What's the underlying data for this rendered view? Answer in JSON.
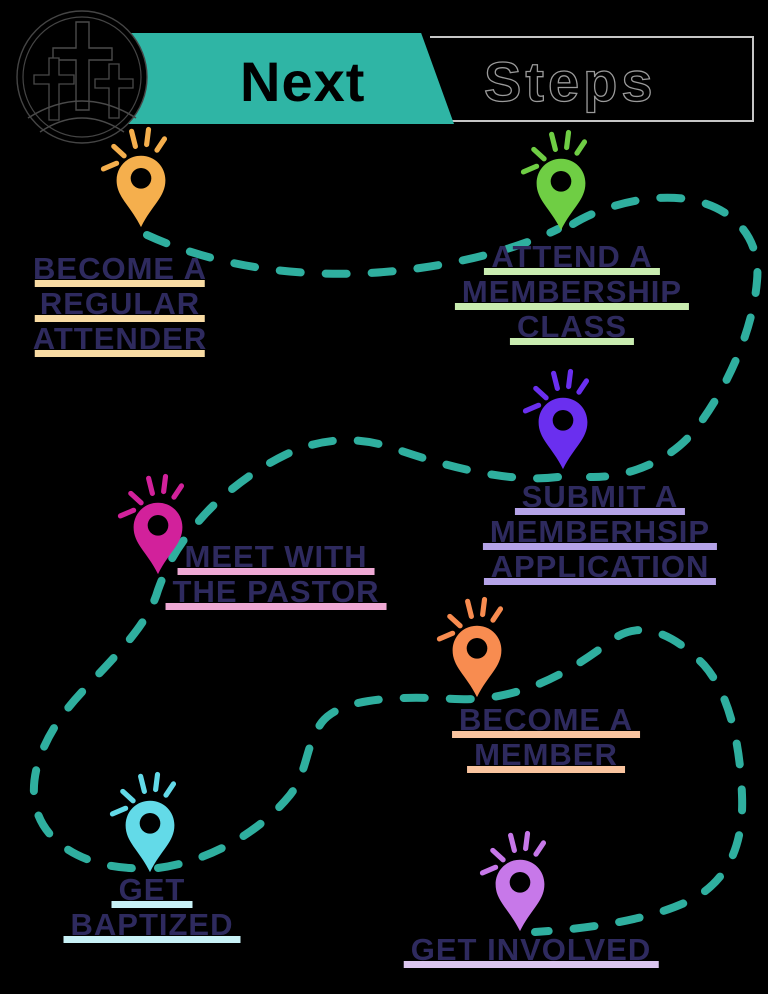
{
  "header": {
    "brand_next": "Next",
    "brand_steps": "Steps",
    "logo_name": "three-crosses-church-logo"
  },
  "colors": {
    "background": "#000000",
    "banner_teal": "#2FB5A5",
    "banner_box_border": "#C6C6C6",
    "heading_navy": "#2E2A5E",
    "path_teal": "#2FAF9F"
  },
  "steps": [
    {
      "id": 1,
      "lines": [
        "BECOME A",
        "REGULAR",
        "ATTENDER"
      ],
      "pin_color": "#F5AF4D",
      "underline_color": "#F9DCA4"
    },
    {
      "id": 2,
      "lines": [
        "ATTEND A",
        "MEMBERSHIP",
        "CLASS"
      ],
      "pin_color": "#6FCE44",
      "underline_color": "#C9ECB0"
    },
    {
      "id": 3,
      "lines": [
        "SUBMIT A",
        "MEMBERHSIP",
        "APPLICATION"
      ],
      "pin_color": "#6A2FEF",
      "underline_color": "#B5A3E8"
    },
    {
      "id": 4,
      "lines": [
        "MEET WITH",
        "THE PASTOR"
      ],
      "pin_color": "#D2219B",
      "underline_color": "#EFA9D4"
    },
    {
      "id": 5,
      "lines": [
        "BECOME A",
        "MEMBER"
      ],
      "pin_color": "#F88C50",
      "underline_color": "#F9C49F"
    },
    {
      "id": 6,
      "lines": [
        "GET",
        "BAPTIZED"
      ],
      "pin_color": "#63DAE8",
      "underline_color": "#C8F1F6"
    },
    {
      "id": 7,
      "lines": [
        "GET INVOLVED"
      ],
      "pin_color": "#C778E9",
      "underline_color": "#DCC6F0"
    }
  ]
}
